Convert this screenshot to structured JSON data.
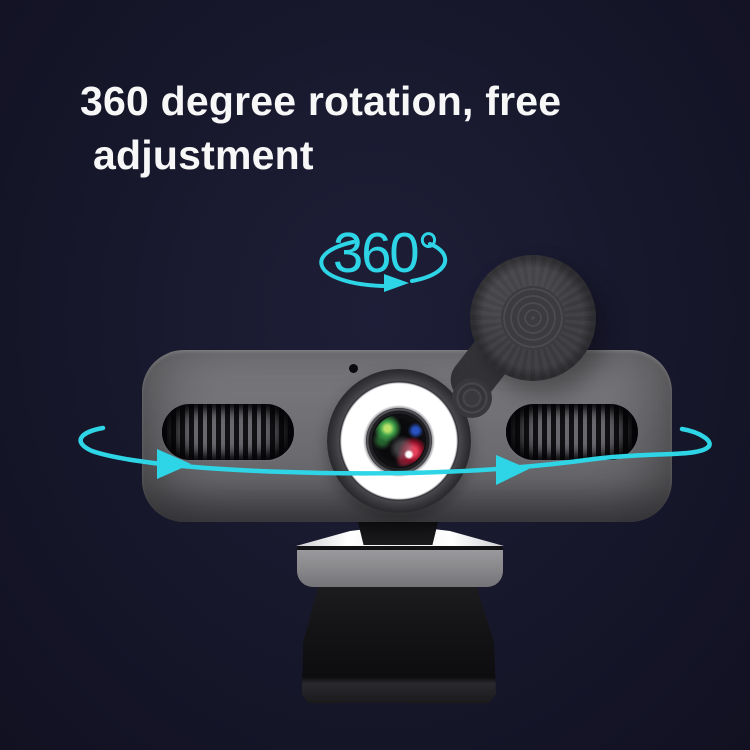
{
  "colors": {
    "bg": "#17172b",
    "bg-center": "#1e1e38",
    "bg-edge": "#111122",
    "accent": "#2ed5e6",
    "heading-text": "#f7f7f8",
    "body-gray": "#717175",
    "ring-white": "#ffffff",
    "cover-gray": "#414146",
    "clip-gray": "#8a8a8e",
    "stand-black": "#131316"
  },
  "heading": {
    "line1": "360 degree rotation, free",
    "line2": "adjustment"
  },
  "rotation_badge": {
    "label": "360°"
  }
}
